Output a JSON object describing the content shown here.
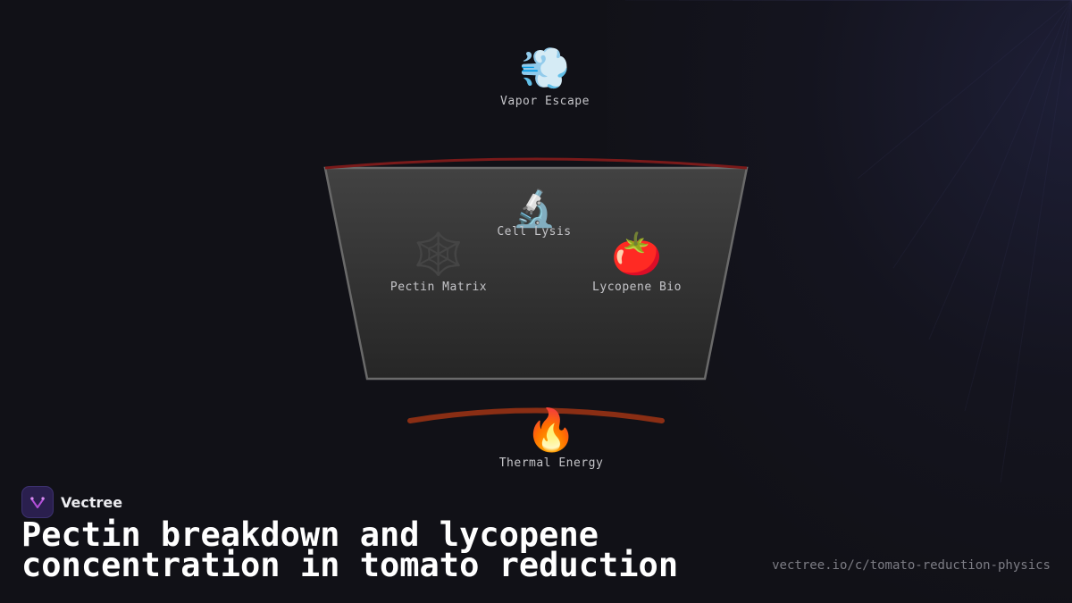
{
  "diagram": {
    "nodes": {
      "vapor": {
        "emoji": "💨",
        "icon": "steam-icon",
        "label": "Vapor Escape"
      },
      "lysis": {
        "emoji": "🔬",
        "icon": "microscope-icon",
        "label": "Cell Lysis"
      },
      "pectin": {
        "emoji": "🕸️",
        "icon": "web-icon",
        "label": "Pectin Matrix"
      },
      "lycopene": {
        "emoji": "🍅",
        "icon": "tomato-icon",
        "label": "Lycopene Bio"
      },
      "thermal": {
        "emoji": "🔥",
        "icon": "fire-icon",
        "label": "Thermal Energy"
      }
    },
    "colors": {
      "pan_rim": "#7a1a1a",
      "pan_body": "#3a3a3a",
      "pan_edge": "#6a6a6a",
      "heat_arc": "#8a2e14"
    }
  },
  "brand": {
    "name": "Vectree",
    "accent": "#b24fd8"
  },
  "title": "Pectin breakdown and lycopene concentration in tomato reduction",
  "url": "vectree.io/c/tomato-reduction-physics"
}
